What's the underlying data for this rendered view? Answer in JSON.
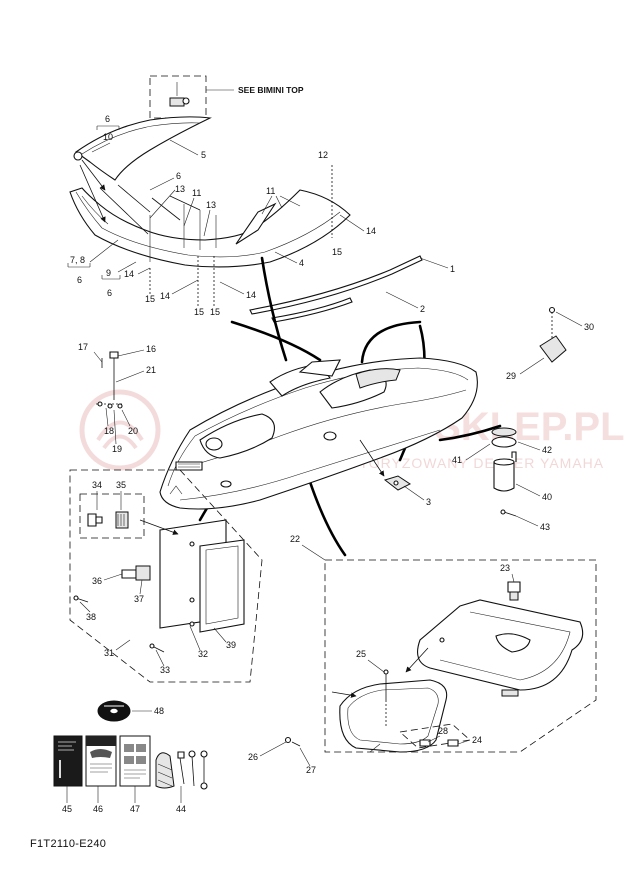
{
  "diagram_code": "F1T2110-E240",
  "reference_note": "SEE BIMINI TOP",
  "watermark": {
    "brand": "YACHTSKLEP.PL",
    "tagline": "AUTORYZOWANY DEALER YAMAHA",
    "color": "#e9b7b7"
  },
  "callouts": {
    "c1": "1",
    "c2": "2",
    "c3": "3",
    "c4": "4",
    "c5": "5",
    "c6a": "6",
    "c6b": "6",
    "c6c": "6",
    "c6d": "6",
    "c7_8": "7, 8",
    "c9": "9",
    "c10": "10",
    "c11a": "11",
    "c11b": "11",
    "c13a": "13",
    "c13b": "13",
    "c12": "12",
    "c14a": "14",
    "c14b": "14",
    "c14c": "14",
    "c14d": "14",
    "c15a": "15",
    "c15b": "15",
    "c15c": "15",
    "c15d": "15",
    "c16": "16",
    "c17": "17",
    "c18": "18",
    "c19": "19",
    "c20": "20",
    "c21": "21",
    "c22": "22",
    "c23": "23",
    "c24": "24",
    "c25": "25",
    "c26": "26",
    "c27": "27",
    "c28": "28",
    "c29": "29",
    "c30": "30",
    "c31": "31",
    "c32": "32",
    "c33": "33",
    "c34": "34",
    "c35": "35",
    "c36": "36",
    "c37": "37",
    "c38": "38",
    "c39": "39",
    "c40": "40",
    "c41": "41",
    "c42": "42",
    "c43": "43",
    "c44": "44",
    "c45": "45",
    "c46": "46",
    "c47": "47",
    "c48": "48"
  },
  "icons": {
    "boat": "boat-hull-icon",
    "windshield": "windshield-frame-icon",
    "cover": "storage-cover-icon",
    "manuals": "owner-manual-icon",
    "tools": "tool-kit-icon",
    "cd": "cd-disc-icon"
  }
}
